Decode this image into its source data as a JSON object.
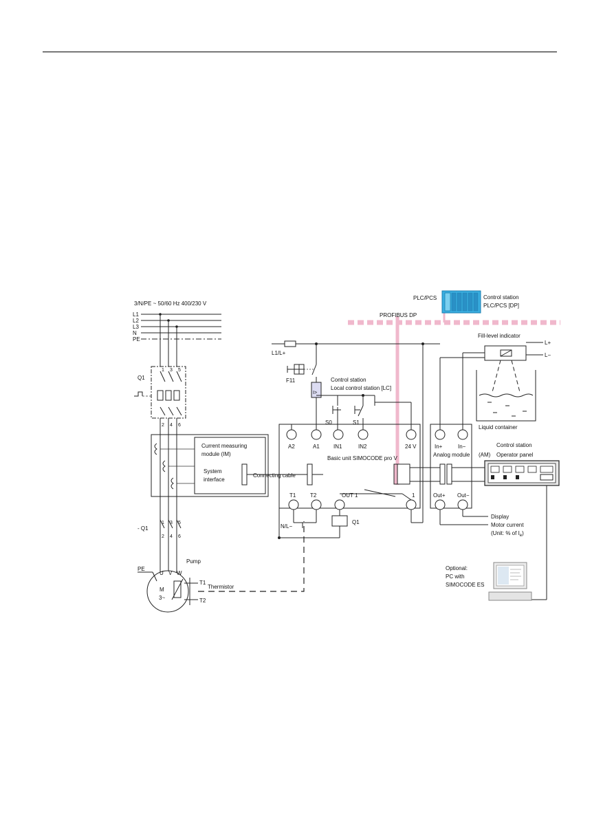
{
  "supply": {
    "spec": "3/N/PE  ~ 50/60 Hz  400/230 V",
    "lines": [
      "L1",
      "L2",
      "L3",
      "N",
      "PE"
    ]
  },
  "breaker": {
    "label": "Q1",
    "top_terms": [
      "1",
      "3",
      "5"
    ],
    "bot_terms": [
      "2",
      "4",
      "6"
    ]
  },
  "contactor": {
    "label": "- Q1",
    "top_terms": [
      "1",
      "3",
      "5"
    ],
    "bot_terms": [
      "2",
      "4",
      "6"
    ]
  },
  "current_module": {
    "title_line1": "Current measuring",
    "title_line2": "module (IM)",
    "sys_line1": "System",
    "sys_line2": "interface"
  },
  "connecting_cable": "Connecting cable",
  "motor": {
    "pe": "PE",
    "terms": [
      "U",
      "V",
      "W"
    ],
    "m": "M",
    "phase": "3~",
    "pump": "Pump",
    "t1": "T1",
    "t2": "T2",
    "thermistor": "Thermistor"
  },
  "plc": {
    "label": "PLC/PCS",
    "station_line1": "Control station",
    "station_line2": "PLC/PCS [DP]",
    "bus": "PROFIBUS DP"
  },
  "l1_label": "L1/L+",
  "f11": "F11",
  "local_station": {
    "line1": "Control station",
    "line2": "Local control station [LC]"
  },
  "switches": {
    "s0": "S0",
    "s1": "S1"
  },
  "basic_unit": {
    "top_terms": [
      "A2",
      "A1",
      "IN1",
      "IN2",
      "24 V"
    ],
    "name": "Basic unit SIMOCODE pro V",
    "bottom_terms": [
      "T1",
      "T2",
      "OUT 1",
      "1"
    ],
    "nl": "N/L−",
    "q1": "Q1"
  },
  "analog": {
    "in_plus": "In+",
    "in_minus": "In−",
    "name": "Analog module",
    "am": "(AM)",
    "out_plus": "Out+",
    "out_minus": "Out−"
  },
  "fill_level": {
    "title": "Fill-level indicator",
    "lplus": "L+",
    "lminus": "L−",
    "container": "Liquid container"
  },
  "operator_panel": {
    "line1": "Control station",
    "line2": "Operator panel"
  },
  "display": {
    "line1": "Display",
    "line2": "Motor current",
    "line3": "(Unit: % of I",
    "sub": "e",
    "close": ")"
  },
  "pc": {
    "line1": "Optional:",
    "line2": "PC with",
    "line3": "SIMOCODE ES"
  },
  "colors": {
    "profibus": "#f0b8cc",
    "plc": "#3aaee0",
    "plc_dark": "#1c7fb0",
    "thermistor_dash": "#222222"
  }
}
